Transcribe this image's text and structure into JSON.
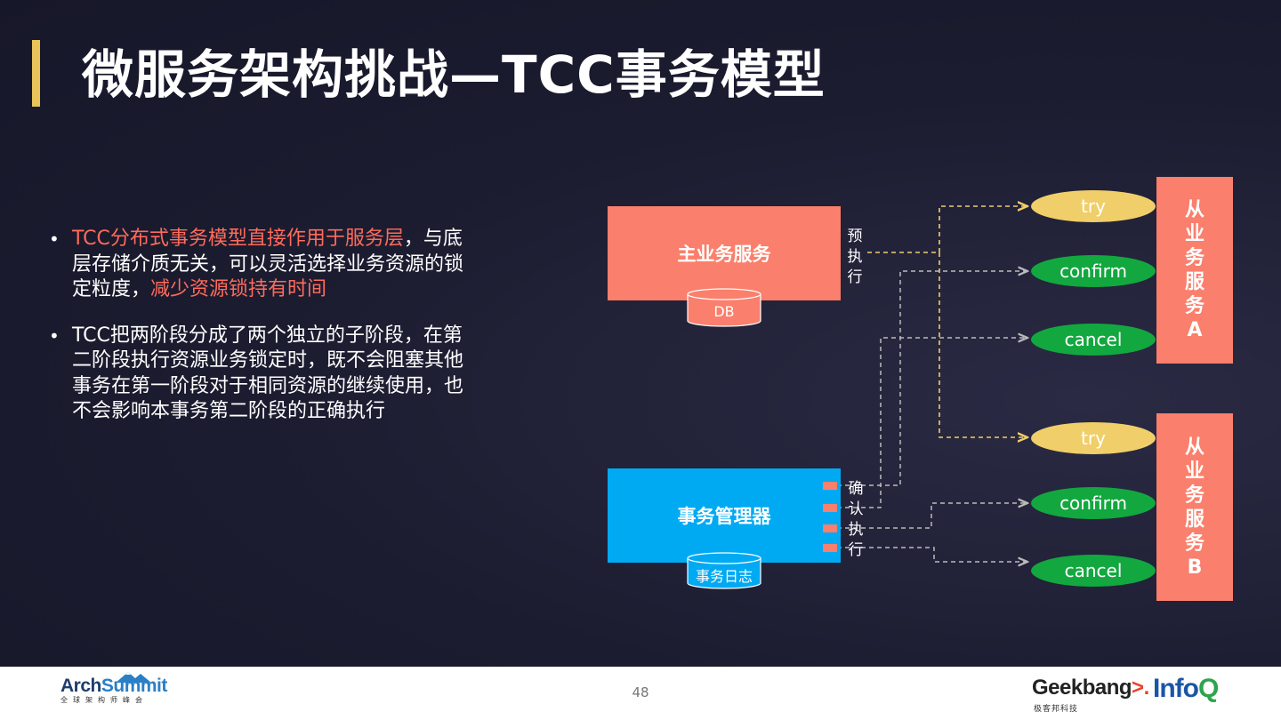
{
  "title": "微服务架构挑战—TCC事务模型",
  "bullets": [
    {
      "hl1": "TCC分布式事务模型直接作用于服务层",
      "text1": "，与底层存储介质无关，可以灵活选择业务资源的锁定粒度，",
      "hl2": "减少资源锁持有时间"
    },
    {
      "text": "TCC把两阶段分成了两个独立的子阶段，在第二阶段执行资源业务锁定时，既不会阻塞其他事务在第一阶段对于相同资源的继续使用，也不会影响本事务第二阶段的正确执行"
    }
  ],
  "diagram": {
    "main_service": "主业务服务",
    "main_db": "DB",
    "pre_exec": [
      "预",
      "执",
      "行"
    ],
    "tx_manager": "事务管理器",
    "tx_log": "事务日志",
    "confirm_exec": [
      "确",
      "认",
      "执",
      "行"
    ],
    "service_a": [
      "从",
      "业",
      "务",
      "服",
      "务",
      "A"
    ],
    "service_b": [
      "从",
      "业",
      "务",
      "服",
      "务",
      "B"
    ],
    "a_ops": [
      "try",
      "confirm",
      "cancel"
    ],
    "b_ops": [
      "try",
      "confirm",
      "cancel"
    ],
    "colors": {
      "main_service": "#fa7f6c",
      "tx_manager": "#00aaf3",
      "try": "#f0ce6a",
      "confirm_cancel": "#12a83f",
      "try_line": "#f0ce6a",
      "other_line": "#bbbbbb"
    }
  },
  "footer": {
    "page_number": "48",
    "left_logo_main_a": "Arch",
    "left_logo_main_b": "Summit",
    "left_logo_sub": "全球架构师峰会",
    "right_logo_geek": "Geekbang",
    "right_logo_arrow": ">.",
    "right_logo_sub": "极客邦科技",
    "right_logo_info": "Info",
    "right_logo_q": "Q"
  }
}
